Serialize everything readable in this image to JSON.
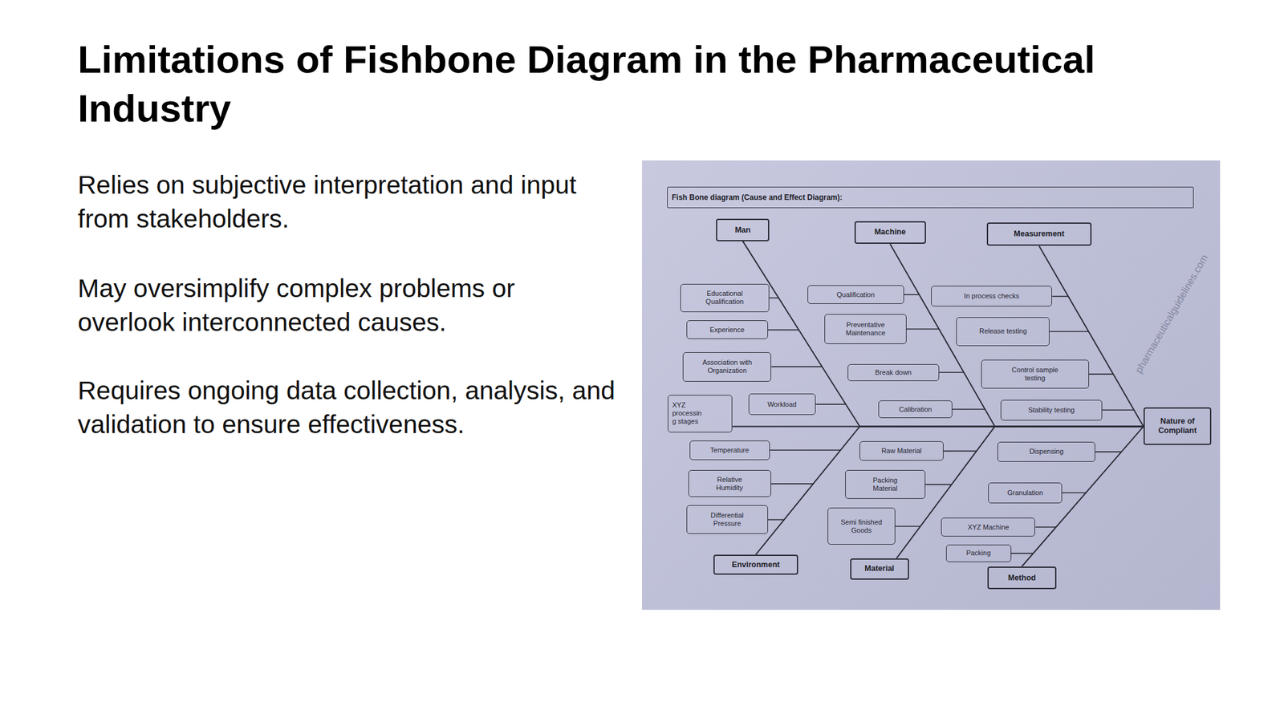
{
  "diagram": {
    "title": "Limitations of Fishbone Diagram in the Pharmaceutical Industry",
    "nodes": [
      {
        "text": [
          "Fish Bone diagram (Cause and Effect Diagram):"
        ]
      },
      {
        "text": [
          "Man"
        ]
      },
      {
        "text": [
          "Machine"
        ]
      },
      {
        "text": [
          "Measurement"
        ]
      },
      {
        "text": [
          "Educational Qualification"
        ]
      },
      {
        "text": [
          "Qualification"
        ]
      },
      {
        "text": [
          "In process checks"
        ]
      },
      {
        "text": [
          "Experience"
        ]
      },
      {
        "text": [
          "Preventative Maintenance"
        ]
      },
      {
        "text": [
          "Release testing"
        ]
      },
      {
        "text": [
          "Association with Organization"
        ]
      },
      {
        "text": [
          "Break down"
        ]
      },
      {
        "text": [
          "Control sample testing"
        ]
      },
      {
        "text": [
          "XYZ processin g stages"
        ]
      },
      {
        "text": [
          "Workload"
        ]
      },
      {
        "text": [
          "Calibration"
        ]
      },
      {
        "text": [
          "Stability testing"
        ]
      },
      {
        "text": [
          "Nature of Compliant"
        ]
      },
      {
        "text": [
          "Temperature"
        ]
      },
      {
        "text": [
          "Raw Material"
        ]
      },
      {
        "text": [
          "Dispensing"
        ]
      },
      {
        "text": [
          "Relative Humidity"
        ]
      },
      {
        "text": [
          "Packing Material"
        ]
      },
      {
        "text": [
          "Granulation"
        ]
      },
      {
        "text": [
          "Differential Pressure"
        ]
      },
      {
        "text": [
          "Semi finished Goods"
        ]
      },
      {
        "text": [
          "XYZ Machine"
        ]
      },
      {
        "text": [
          "Packing"
        ]
      },
      {
        "text": [
          "Environment"
        ]
      },
      {
        "text": [
          "Material"
        ]
      },
      {
        "text": [
          "Method"
        ]
      }
    ],
    "edges": [
      {
        "from": 13,
        "to": 17,
        "arrow": "none"
      },
      {
        "from": 1,
        "to": 17,
        "arrow": "none"
      },
      {
        "from": 2,
        "to": 17,
        "arrow": "none"
      },
      {
        "from": 3,
        "to": 17,
        "arrow": "none"
      },
      {
        "from": 28,
        "to": 17,
        "arrow": "none"
      },
      {
        "from": 29,
        "to": 17,
        "arrow": "none"
      },
      {
        "from": 30,
        "to": 17,
        "arrow": "none"
      }
    ],
    "labels": [
      "Relies on subjective interpretation and input from stakeholders.",
      "May oversimplify complex problems or overlook interconnected causes.",
      "Requires ongoing data collection, analysis, and validation to ensure effectiveness.",
      "pharmaceuticalguidelines.com"
    ]
  }
}
